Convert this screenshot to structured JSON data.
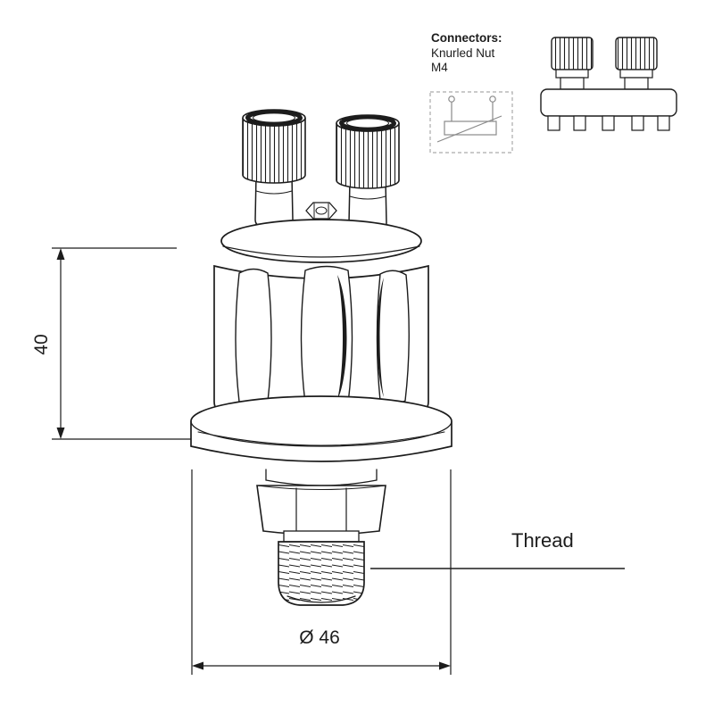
{
  "annotations": {
    "connectors_title": "Connectors:",
    "connectors_type": "Knurled Nut",
    "connectors_size": "M4",
    "dim_height": "40",
    "dim_diameter": "Ø 46",
    "thread_label": "Thread"
  },
  "colors": {
    "line": "#1c1c1c",
    "schematic": "#8a8a8a",
    "background": "#ffffff"
  }
}
